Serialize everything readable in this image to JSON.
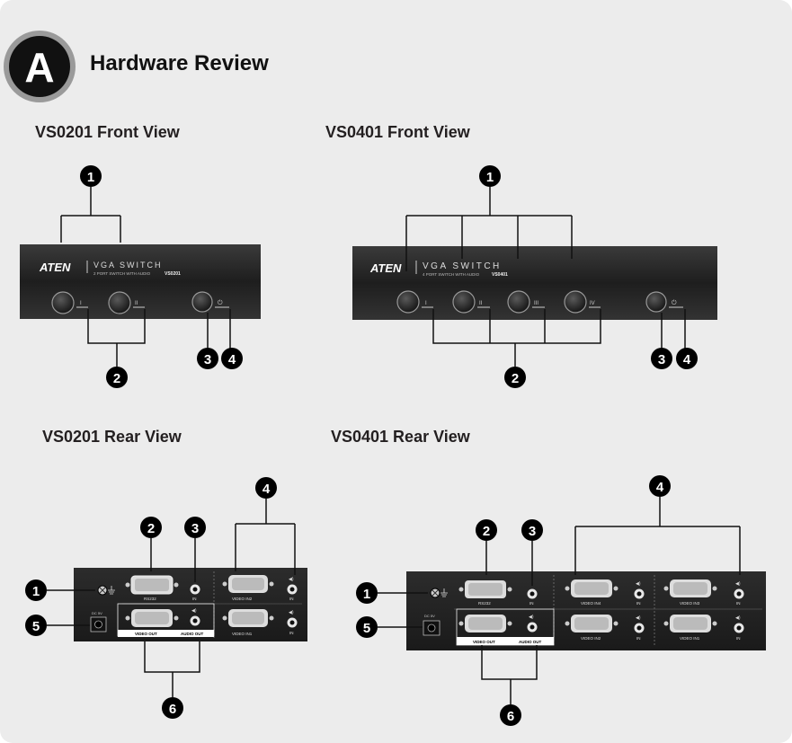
{
  "section": {
    "badge_letter": "A",
    "heading": "Hardware Review"
  },
  "views": {
    "vs0201_front": {
      "title": "VS0201 Front View",
      "logo": "ATEN",
      "model_line1": "VGA SWITCH",
      "model_line2": "2 PORT SWITCH WITH AUDIO",
      "model_code": "VS0201",
      "port_marks": [
        "I",
        "II"
      ],
      "callouts": [
        "1",
        "2",
        "3",
        "4"
      ]
    },
    "vs0401_front": {
      "title": "VS0401 Front View",
      "logo": "ATEN",
      "model_line1": "VGA SWITCH",
      "model_line2": "4 PORT SWITCH WITH AUDIO",
      "model_code": "VS0401",
      "port_marks": [
        "I",
        "II",
        "III",
        "IV"
      ],
      "callouts": [
        "1",
        "2",
        "3",
        "4"
      ]
    },
    "vs0201_rear": {
      "title": "VS0201 Rear View",
      "labels": {
        "rs232": "RS232",
        "in": "IN",
        "video_in2": "VIDEO IN2",
        "video_in1": "VIDEO IN1",
        "video_out": "VIDEO OUT",
        "audio_out": "AUDIO OUT"
      },
      "callouts": [
        "1",
        "2",
        "3",
        "4",
        "5",
        "6"
      ]
    },
    "vs0401_rear": {
      "title": "VS0401 Rear View",
      "labels": {
        "rs232": "RS232",
        "in": "IN",
        "video_in4": "VIDEO IN4",
        "video_in3": "VIDEO IN3",
        "video_in2": "VIDEO IN2",
        "video_in1": "VIDEO IN1",
        "video_out": "VIDEO OUT",
        "audio_out": "AUDIO OUT"
      },
      "callouts": [
        "1",
        "2",
        "3",
        "4",
        "5",
        "6"
      ]
    }
  },
  "colors": {
    "panel_bg": "#eeeeee",
    "device_body": "#2a2a2a",
    "callout_fill": "#000000",
    "badge_ring": "#8a8a8a"
  }
}
